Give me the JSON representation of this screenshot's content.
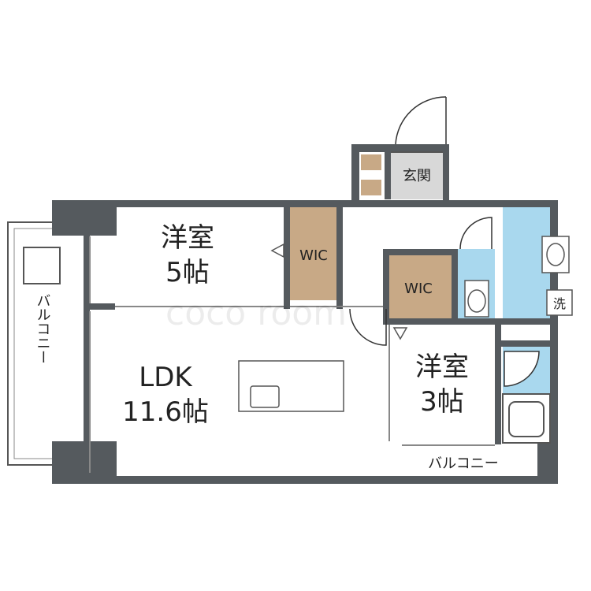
{
  "rooms": {
    "western1": {
      "name": "洋室",
      "size": "5帖"
    },
    "western2": {
      "name": "洋室",
      "size": "3帖"
    },
    "ldk": {
      "name": "LDK",
      "size": "11.6帖"
    },
    "wic1": "WIC",
    "wic2": "WIC",
    "entrance": "玄関",
    "laundry": "洗"
  },
  "balcony_left": "バルコニー",
  "balcony_bottom": "バルコニー",
  "watermark": "coco room",
  "colors": {
    "wall": "#555a5e",
    "closet": "#c8a986",
    "wet_area": "#a9d8ee",
    "floor": "#ffffff",
    "entrance_floor": "#d8d8d8"
  }
}
